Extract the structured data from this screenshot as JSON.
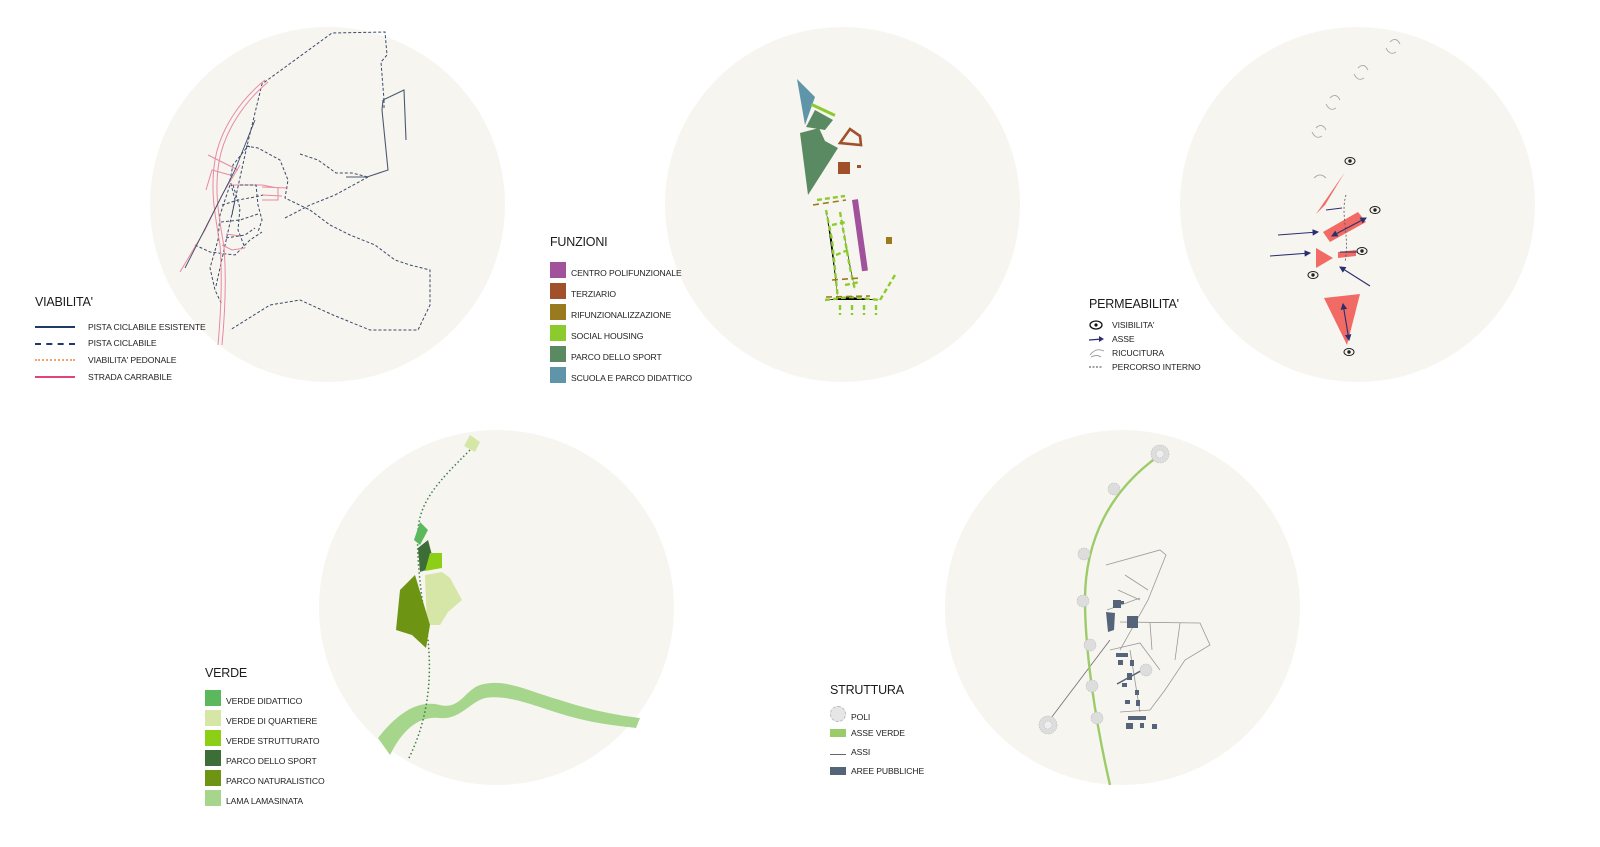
{
  "panels": {
    "viabilita": {
      "title": "VIABILITA'",
      "items": [
        {
          "label": "PISTA CICLABILE ESISTENTE",
          "style": "solid",
          "color": "#1f3a68"
        },
        {
          "label": "PISTA CICLABILE",
          "style": "dashed",
          "color": "#1f3a68"
        },
        {
          "label": "VIABILITA' PEDONALE",
          "style": "dotted",
          "color": "#f2a470"
        },
        {
          "label": "STRADA CARRABILE",
          "style": "solid",
          "color": "#e0457a"
        }
      ]
    },
    "funzioni": {
      "title": "FUNZIONI",
      "items": [
        {
          "label": "CENTRO POLIFUNZIONALE",
          "color": "#a0529a"
        },
        {
          "label": "TERZIARIO",
          "color": "#a0502a"
        },
        {
          "label": "RIFUNZIONALIZZAZIONE",
          "color": "#9a7a1e"
        },
        {
          "label": "SOCIAL HOUSING",
          "color": "#8ccb2e"
        },
        {
          "label": "PARCO DELLO SPORT",
          "color": "#5a8a62"
        },
        {
          "label": "SCUOLA E PARCO DIDATTICO",
          "color": "#5e95a8"
        }
      ]
    },
    "permeabilita": {
      "title": "PERMEABILITA'",
      "items": [
        {
          "label": "VISIBILITA'",
          "icon": "eye-icon"
        },
        {
          "label": "ASSE",
          "icon": "arrow-icon"
        },
        {
          "label": "RICUCITURA",
          "icon": "stitch-arrows-icon"
        },
        {
          "label": "PERCORSO INTERNO",
          "icon": "dashed-line-icon"
        }
      ],
      "accent": "#f26a64",
      "arrow_color": "#2a2f6e"
    },
    "verde": {
      "title": "VERDE",
      "items": [
        {
          "label": "VERDE DIDATTICO",
          "color": "#5cb85c"
        },
        {
          "label": "VERDE DI QUARTIERE",
          "color": "#d6e6a6"
        },
        {
          "label": "VERDE STRUTTURATO",
          "color": "#8ccf16"
        },
        {
          "label": "PARCO DELLO SPORT",
          "color": "#3d6e38"
        },
        {
          "label": "PARCO NATURALISTICO",
          "color": "#6d9412"
        },
        {
          "label": "LAMA LAMASINATA",
          "color": "#a6d68c"
        }
      ]
    },
    "struttura": {
      "title": "STRUTTURA",
      "items": [
        {
          "label": "POLI",
          "icon": "pole-circle-icon"
        },
        {
          "label": "ASSE VERDE",
          "color": "#9ccc6a"
        },
        {
          "label": "ASSI",
          "icon": "line-icon"
        },
        {
          "label": "AREE PUBBLICHE",
          "color": "#566479"
        }
      ]
    }
  }
}
